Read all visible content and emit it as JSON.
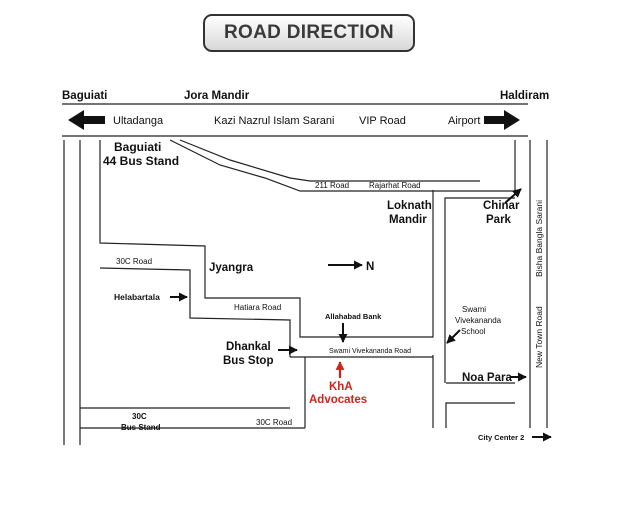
{
  "title": "ROAD DIRECTION",
  "top_road": {
    "left_label": "Baguiati",
    "center_label": "Jora Mandir",
    "right_label": "Haldiram",
    "west_label": "Ultadanga",
    "road_label": "Kazi Nazrul Islam Sarani",
    "road_label_2": "VIP Road",
    "east_label": "Airport"
  },
  "places": {
    "bus_stand_line1": "Baguiati",
    "bus_stand_line2": "44 Bus Stand",
    "road_211": "211 Road",
    "rajarhat_road": "Rajarhat Road",
    "loknath_line1": "Loknath",
    "loknath_line2": "Mandir",
    "chinar_line1": "Chinar",
    "chinar_line2": "Park",
    "bisha_bangla": "Bisha Bangla Sarani",
    "road_30c_upper": "30C Road",
    "jyangra": "Jyangra",
    "north_label": "N",
    "helabartala": "Helabartala",
    "hatiara_road": "Hatiara Road",
    "allahabad_bank": "Allahabad Bank",
    "school_line1": "Swami",
    "school_line2": "Vivekananda",
    "school_line3": "School",
    "new_town_road": "New Town Road",
    "dhankal_line1": "Dhankal",
    "dhankal_line2": "Bus Stop",
    "sv_road": "Swami Vivekananda Road",
    "kha_line1": "KhA",
    "kha_line2": "Advocates",
    "noa_para": "Noa Para",
    "bus30c_line1": "30C",
    "bus30c_line2": "Bus Stand",
    "road_30c_lower": "30C Road",
    "city_center": "City Center 2"
  },
  "colors": {
    "road_line": "#222222",
    "destination": "#d0231d",
    "title_text": "#3a3a3a"
  },
  "icons": {
    "arrows": "solid-arrow-icon"
  }
}
